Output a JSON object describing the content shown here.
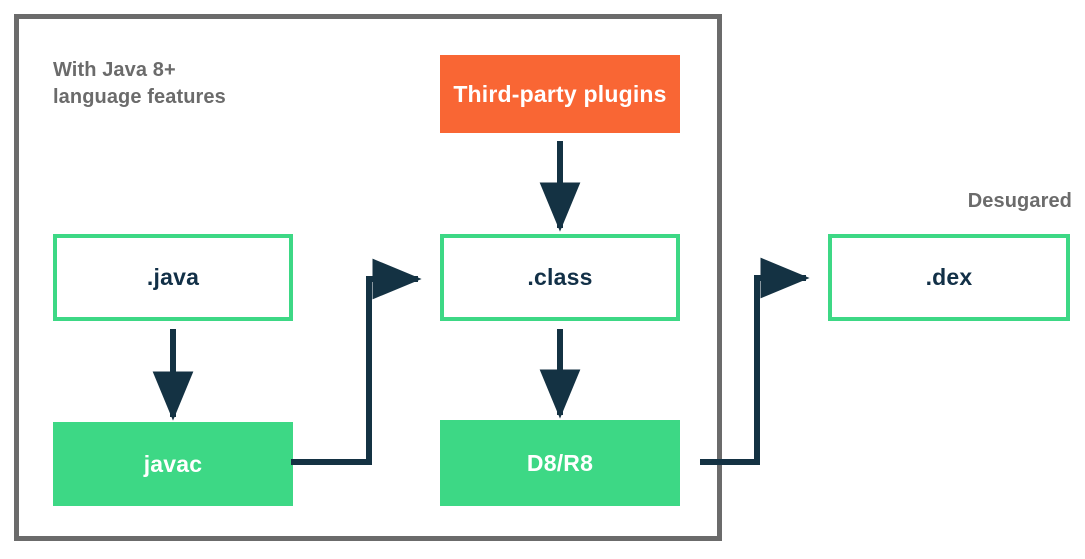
{
  "diagram": {
    "title_caption": "With Java 8+\nlanguage features",
    "right_caption": "Desugared",
    "colors": {
      "group_border": "#6b6b6b",
      "caption_text": "#6b6b6b",
      "green": "#3DD885",
      "orange": "#F96634",
      "arrow": "#143243",
      "outline_text": "#123047",
      "filled_text": "#ffffff",
      "background": "#ffffff"
    },
    "nodes": [
      {
        "id": "plugins",
        "label": "Third-party plugins",
        "style": "filled-orange"
      },
      {
        "id": "java",
        "label": ".java",
        "style": "outline-green"
      },
      {
        "id": "class",
        "label": ".class",
        "style": "outline-green"
      },
      {
        "id": "dex",
        "label": ".dex",
        "style": "outline-green"
      },
      {
        "id": "javac",
        "label": "javac",
        "style": "filled-green"
      },
      {
        "id": "d8r8",
        "label": "D8/R8",
        "style": "filled-green"
      }
    ],
    "edges": [
      {
        "from": "plugins",
        "to": "class",
        "kind": "straight-down"
      },
      {
        "from": "java",
        "to": "javac",
        "kind": "straight-down"
      },
      {
        "from": "class",
        "to": "d8r8",
        "kind": "straight-down"
      },
      {
        "from": "javac",
        "to": "class",
        "kind": "elbow-right-up"
      },
      {
        "from": "d8r8",
        "to": "dex",
        "kind": "elbow-right-up"
      }
    ]
  }
}
